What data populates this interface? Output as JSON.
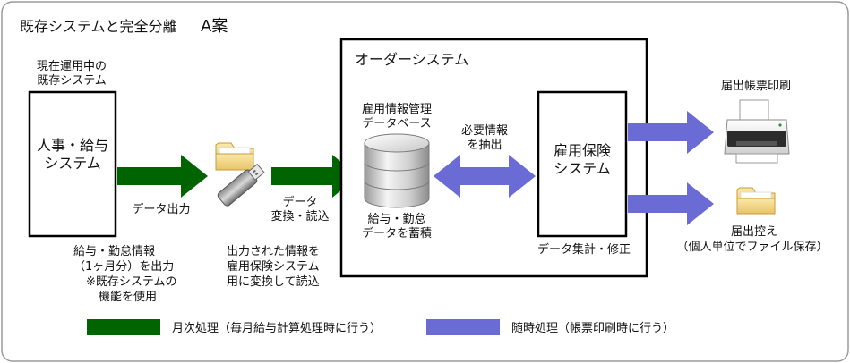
{
  "title": "既存システムと完全分離",
  "plan": "A案",
  "legacy_caption": [
    "現在運用中の",
    "既存システム"
  ],
  "hr_system": [
    "人事・給与",
    "システム"
  ],
  "data_output": "データ出力",
  "hr_notes": [
    "給与・勤怠情報",
    "（1ヶ月分）を出力",
    "※既存システムの",
    "機能を使用"
  ],
  "conversion_label": [
    "データ",
    "変換・読込"
  ],
  "conversion_notes": [
    "出力された情報を",
    "雇用保険システム",
    "用に変換して読込"
  ],
  "order_system": "オーダーシステム",
  "database": [
    "雇用情報管理",
    "データベース"
  ],
  "db_store": [
    "給与・勤怠",
    "データを蓄積"
  ],
  "extract": [
    "必要情報",
    "を抽出"
  ],
  "insurance_system": [
    "雇用保険",
    "システム"
  ],
  "aggregate": "データ集計・修正",
  "print_form": "届出帳票印刷",
  "save_form": [
    "届出控え",
    "（個人単位でファイル保存）"
  ],
  "legend": {
    "monthly": "月次処理（毎月給与計算処理時に行う）",
    "adhoc": "随時処理（帳票印刷時に行う）"
  },
  "colors": {
    "monthly_arrow": "#006400",
    "adhoc_arrow": "#6b6bd6",
    "border": "#000000",
    "frame": "#9a9a9a"
  }
}
